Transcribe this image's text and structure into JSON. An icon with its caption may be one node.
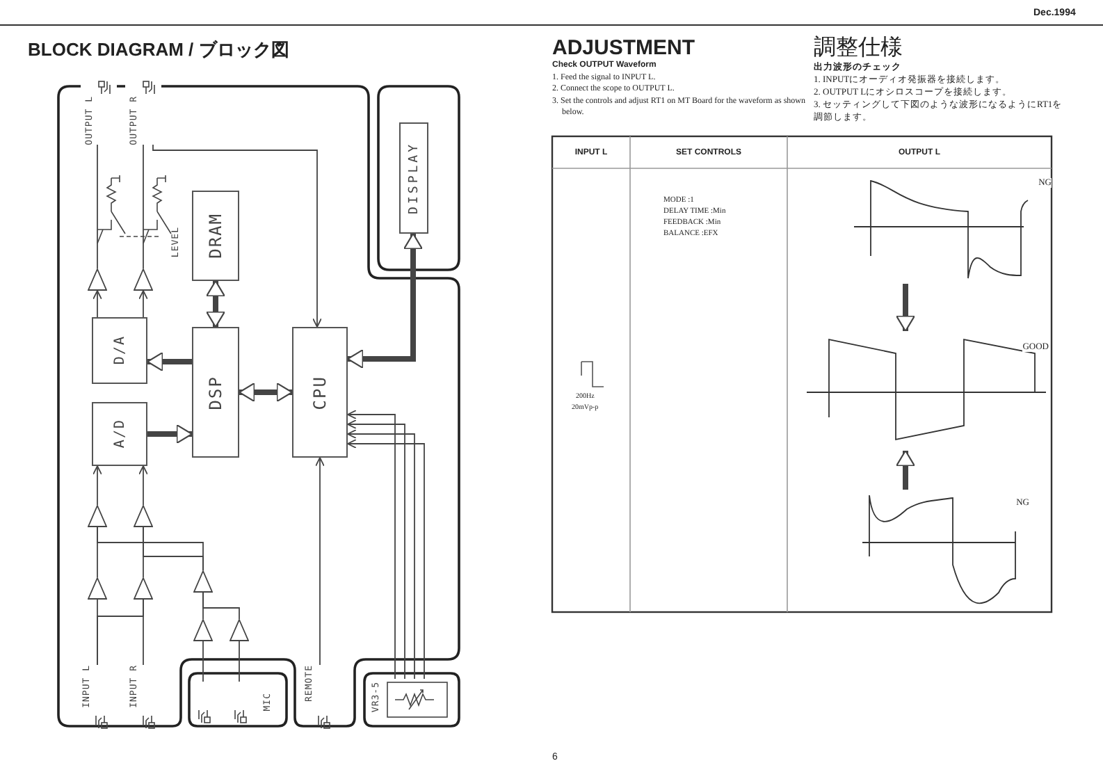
{
  "diagram": {
    "title": "BLOCK DIAGRAM / ブロック図",
    "nodes": [
      {
        "text": [
          "OUTPUT L"
        ]
      },
      {
        "text": [
          "OUTPUT R"
        ]
      },
      {
        "text": [
          "DISPLAY"
        ]
      },
      {
        "text": [
          "DRAM"
        ]
      },
      {
        "text": [
          "D/A"
        ]
      },
      {
        "text": [
          "DSP"
        ]
      },
      {
        "text": [
          "CPU"
        ]
      },
      {
        "text": [
          "A/D"
        ]
      },
      {
        "text": [
          "INPUT L"
        ]
      },
      {
        "text": [
          "INPUT R"
        ]
      },
      {
        "text": [
          "MIC"
        ]
      },
      {
        "text": [
          "REMOTE"
        ]
      },
      {
        "text": [
          "VR3-5"
        ]
      },
      {
        "text": [],
        "shape": "triangle"
      },
      {
        "text": [],
        "shape": "triangle"
      },
      {
        "text": [],
        "shape": "triangle"
      },
      {
        "text": [],
        "shape": "triangle"
      },
      {
        "text": [],
        "shape": "triangle"
      },
      {
        "text": [],
        "shape": "triangle"
      },
      {
        "text": [],
        "shape": "triangle"
      },
      {
        "text": [],
        "shape": "triangle"
      },
      {
        "text": [],
        "shape": "triangle"
      },
      {
        "text": [
          "NG"
        ]
      },
      {
        "text": [
          "GOOD"
        ]
      },
      {
        "text": [
          "NG"
        ]
      }
    ],
    "edges": [
      {
        "from": 4,
        "to": 13,
        "arrow": "to"
      },
      {
        "from": 4,
        "to": 14,
        "arrow": "to"
      },
      {
        "from": 13,
        "to": 0,
        "arrow": "none"
      },
      {
        "from": 14,
        "to": 1,
        "arrow": "none"
      },
      {
        "from": 1,
        "to": 6,
        "arrow": "to"
      },
      {
        "from": 3,
        "to": 5,
        "arrow": "both",
        "style": "thick"
      },
      {
        "from": 5,
        "to": 4,
        "arrow": "to",
        "style": "thick"
      },
      {
        "from": 7,
        "to": 5,
        "arrow": "to",
        "style": "thick"
      },
      {
        "from": 5,
        "to": 6,
        "arrow": "both",
        "style": "thick"
      },
      {
        "from": 6,
        "to": 2,
        "arrow": "both",
        "style": "thick"
      },
      {
        "from": 15,
        "to": 7,
        "arrow": "to"
      },
      {
        "from": 16,
        "to": 7,
        "arrow": "to"
      },
      {
        "from": 17,
        "to": 15,
        "arrow": "none"
      },
      {
        "from": 18,
        "to": 16,
        "arrow": "none"
      },
      {
        "from": 8,
        "to": 17,
        "arrow": "none"
      },
      {
        "from": 9,
        "to": 18,
        "arrow": "none"
      },
      {
        "from": 8,
        "to": 18,
        "arrow": "none"
      },
      {
        "from": 19,
        "to": 15,
        "arrow": "none"
      },
      {
        "from": 19,
        "to": 16,
        "arrow": "none"
      },
      {
        "from": 20,
        "to": 19,
        "arrow": "none"
      },
      {
        "from": 21,
        "to": 19,
        "arrow": "none"
      },
      {
        "from": 10,
        "to": 20,
        "arrow": "none"
      },
      {
        "from": 10,
        "to": 21,
        "arrow": "none"
      },
      {
        "from": 11,
        "to": 6,
        "arrow": "to"
      },
      {
        "from": 12,
        "to": 6,
        "arrow": "to"
      },
      {
        "from": 12,
        "to": 6,
        "arrow": "to"
      },
      {
        "from": 12,
        "to": 6,
        "arrow": "to"
      },
      {
        "from": 12,
        "to": 6,
        "arrow": "to"
      },
      {
        "from": 22,
        "to": 23,
        "arrow": "to",
        "style": "thick"
      },
      {
        "from": 24,
        "to": 23,
        "arrow": "to",
        "style": "thick"
      }
    ],
    "labels": [
      "Dec.1994",
      "ADJUSTMENT",
      "調整仕様",
      "Check OUTPUT Waveform",
      "1. Feed the signal to INPUT L.",
      "2. Connect the scope to OUTPUT L.",
      "3. Set the controls and adjust RT1 on MT Board for the waveform as shown below.",
      "出力波形のチェック",
      "1. INPUTにオーディオ発振器を接続します。",
      "2. OUTPUT Lにオシロスコープを接続します。",
      "3. セッティングして下図のような波形になるようにRT1を調節します。",
      "INPUT L",
      "SET CONTROLS",
      "OUTPUT L",
      "MODE :1",
      "DELAY TIME :Min",
      "FEEDBACK :Min",
      "BALANCE :EFX",
      "200Hz",
      "20mVp-p",
      "LEVEL",
      "6"
    ]
  }
}
